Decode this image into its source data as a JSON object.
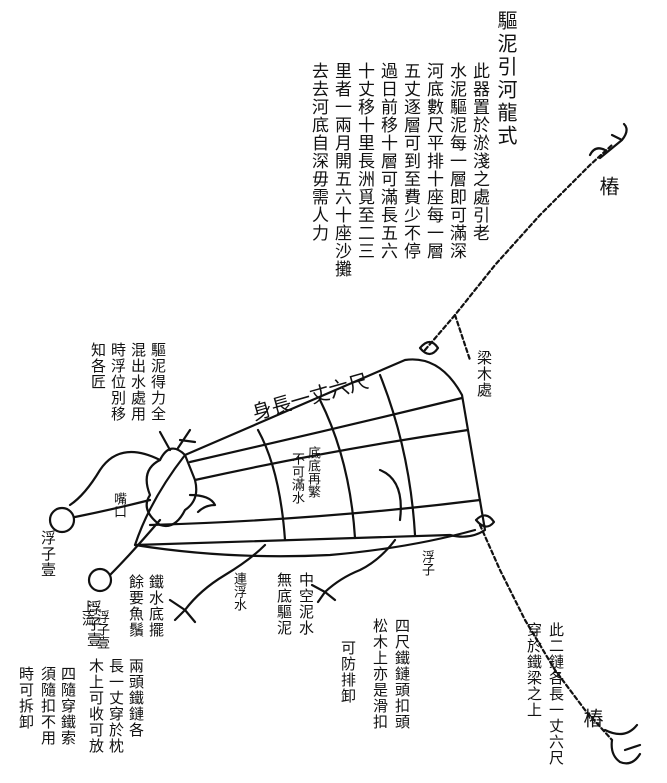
{
  "title": "驅泥引河龍式",
  "description_columns": [
    "此器置於淤淺之處引老",
    "水泥驅泥每一層即可滿深",
    "河底數尺平排十座每一層",
    "五丈逐層可到至費少不停",
    "過日前移十層可滿長五六",
    "十丈移十里長洲覓至二三",
    "里者一兩月開五六十座沙攤",
    "去去河底自深毋需人力"
  ],
  "length_label": "身長一丈六尺",
  "left_note_columns": [
    "驅泥得力全",
    "混出水處用",
    "時浮位別移",
    "知各匠"
  ],
  "labels": {
    "anchor_top": "樁",
    "anchor_bottom": "樁",
    "float_ball_upper": "浮子壹",
    "float_ball_lower": "浮子壹",
    "mouth_label": "嘴口",
    "crossbeam_label": "梁木處",
    "body_inner_a": "底底再繁",
    "body_inner_b": "不可滿水",
    "rope_note": "連浮水",
    "hip_note": "浮子"
  },
  "bottom_notes": [
    [
      "浮子壹",
      "上流"
    ],
    [
      "鐵水底擺",
      "餘要魚鬚"
    ],
    [
      "中空泥水",
      "無底驅泥"
    ],
    [
      "四尺鐵鏈頭扣頭",
      "松木上亦是滑扣"
    ],
    [
      "可防排卸"
    ],
    [
      "此二鏈各長一丈六尺",
      "穿於鐵梁之上"
    ],
    [
      "兩頭鐵鏈各",
      "長一丈穿於枕",
      "木上可收可放"
    ],
    [
      "四隨穿鐵索",
      "須隨扣不用"
    ],
    [
      "時可拆卸"
    ]
  ]
}
